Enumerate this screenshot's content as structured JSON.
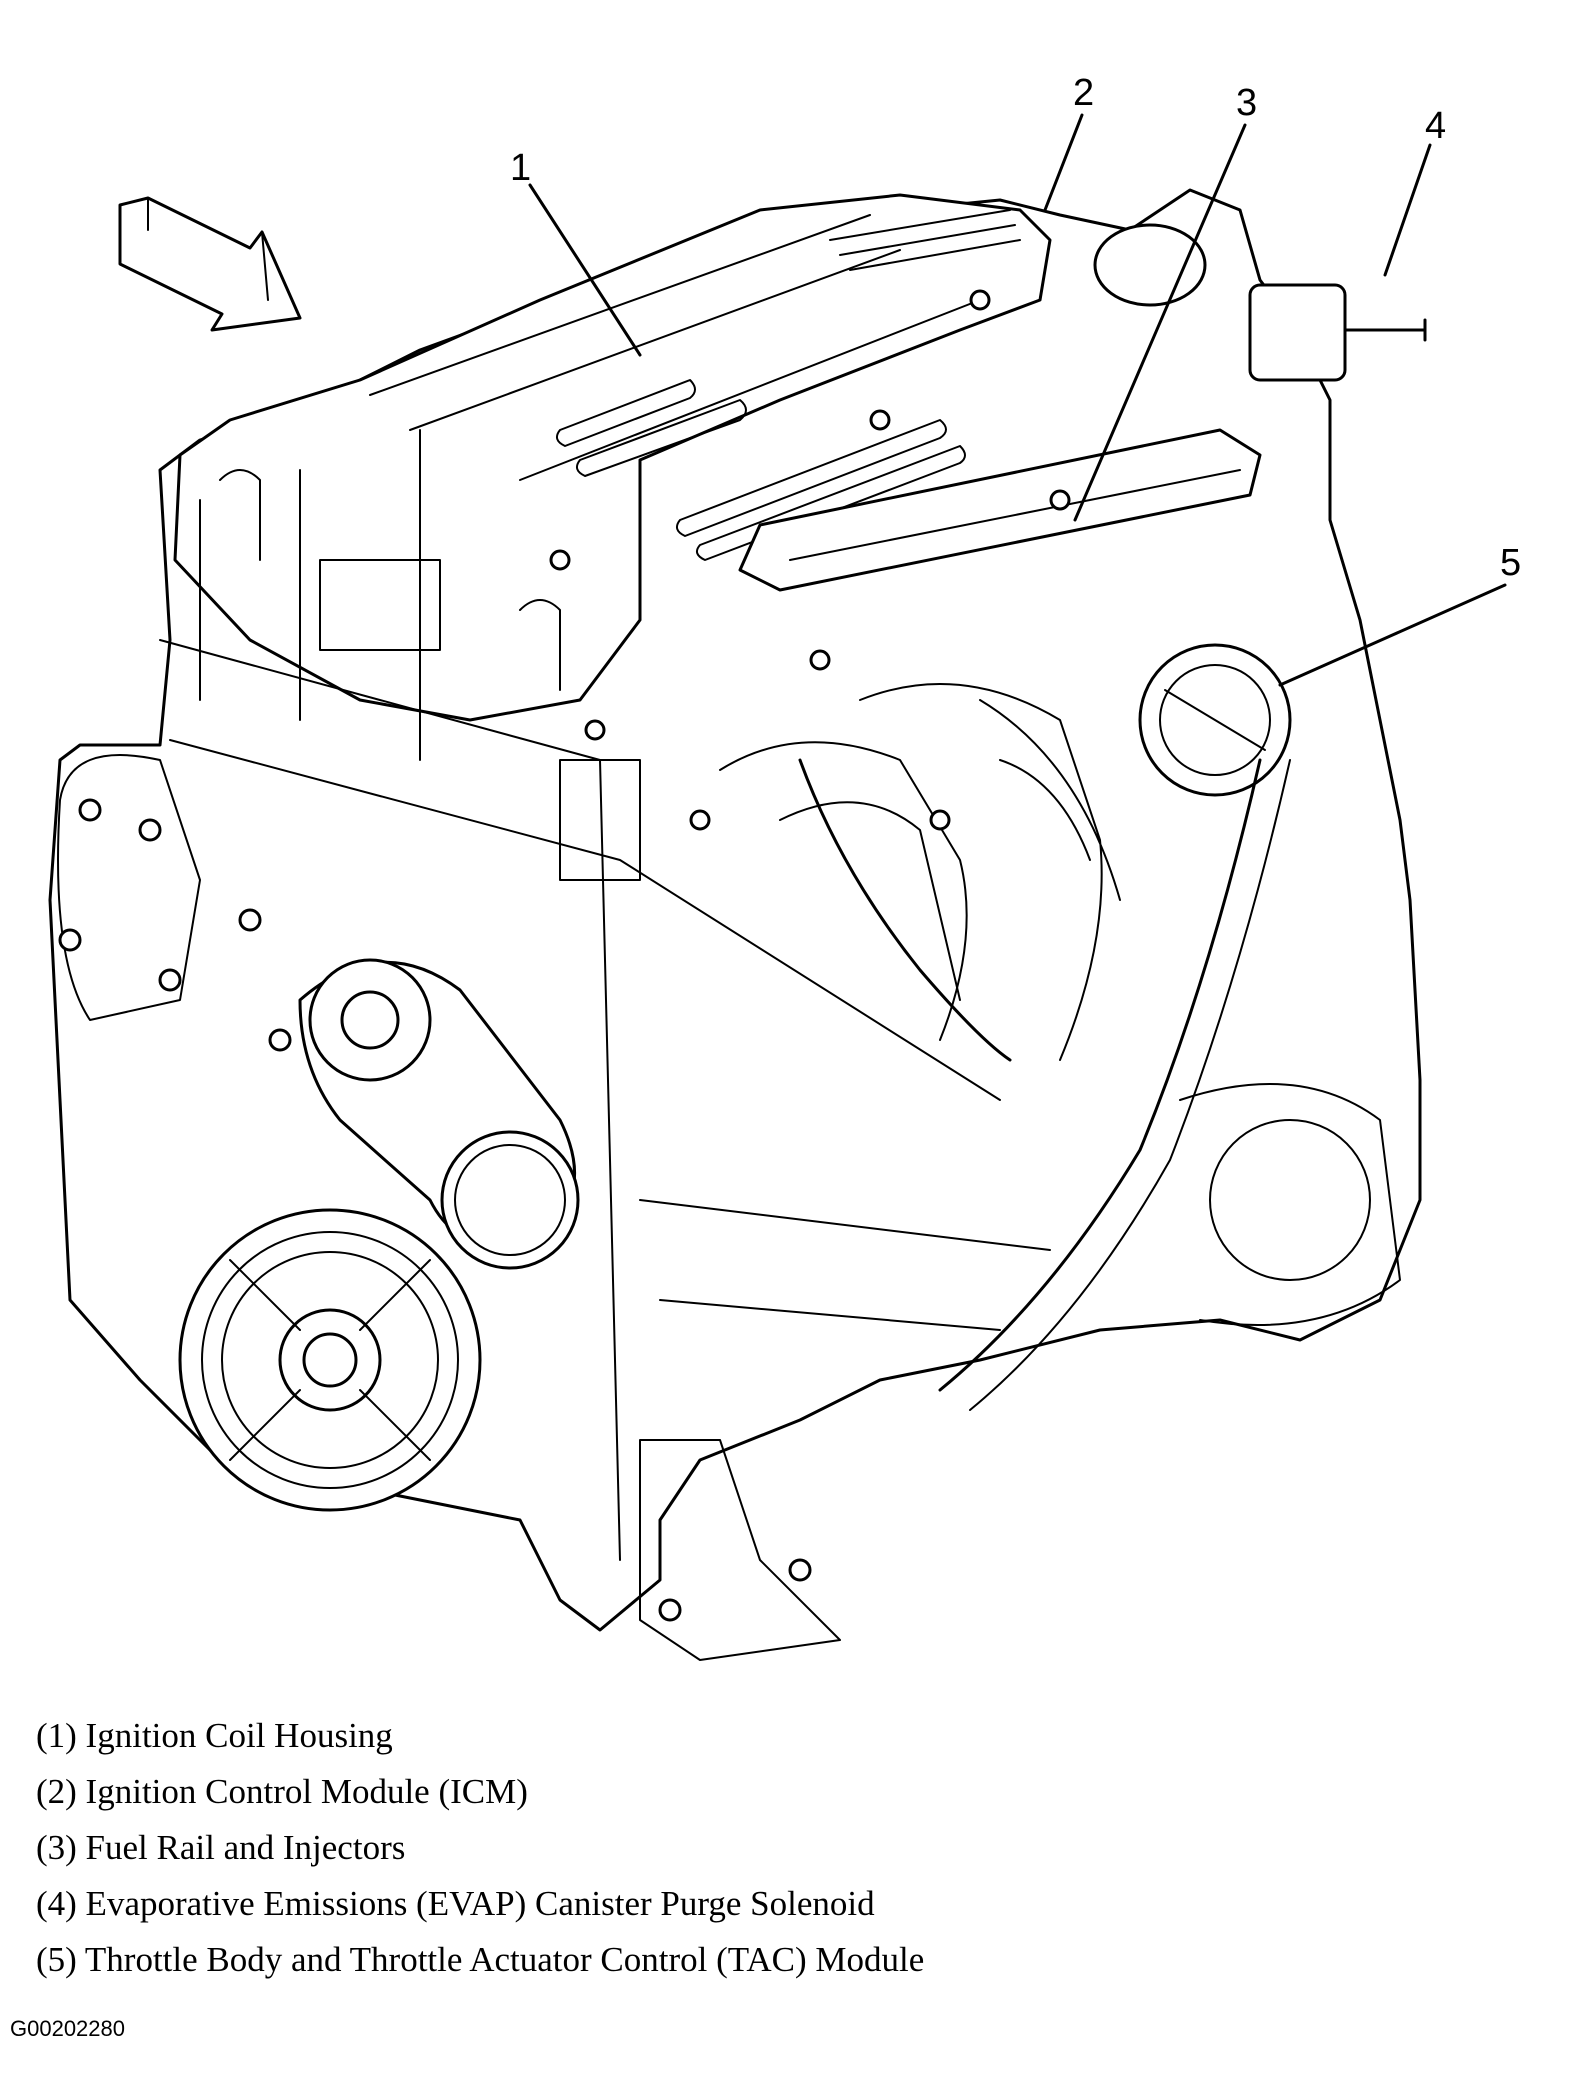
{
  "callouts": [
    {
      "number": "1",
      "label": "Ignition Coil Housing"
    },
    {
      "number": "2",
      "label": "Ignition Control Module (ICM)"
    },
    {
      "number": "3",
      "label": "Fuel Rail and Injectors"
    },
    {
      "number": "4",
      "label": "Evaporative Emissions (EVAP) Canister Purge Solenoid"
    },
    {
      "number": "5",
      "label": "Throttle Body and Throttle Actuator Control (TAC) Module"
    }
  ],
  "legend": [
    "(1) Ignition Coil Housing",
    "(2) Ignition Control Module (ICM)",
    "(3) Fuel Rail and Injectors",
    "(4) Evaporative Emissions (EVAP) Canister Purge Solenoid",
    "(5) Throttle Body and Throttle Actuator Control (TAC) Module"
  ],
  "figure_id": "G00202280",
  "icons": [
    "direction-arrow-icon"
  ],
  "colors": {
    "ink": "#000000",
    "paper": "#ffffff"
  }
}
